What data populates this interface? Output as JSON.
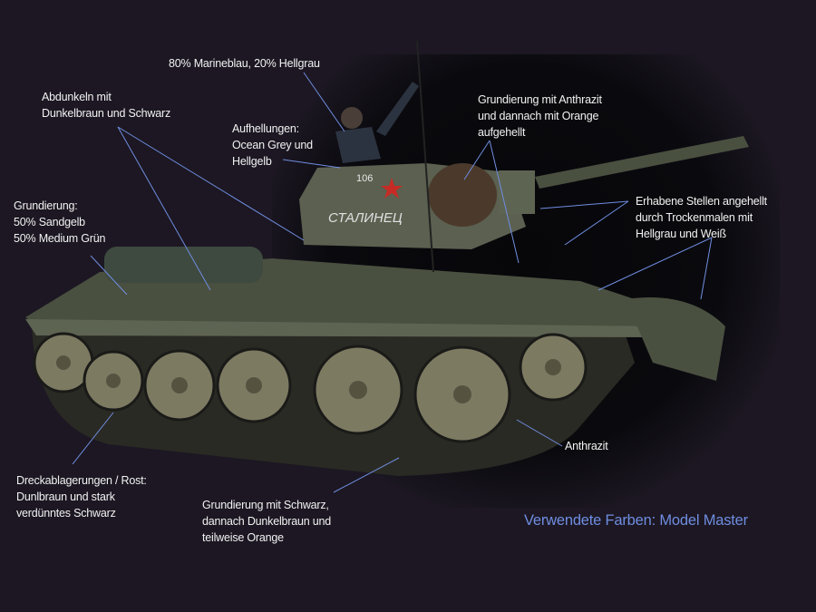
{
  "image": {
    "subject": "T-34/76 tank scale model with commander figure",
    "turret_markings": {
      "number": "106",
      "name": "СТАЛИНЕЦ",
      "emblem": "red-star"
    },
    "background_color": "#1c1722",
    "label_color": "#f2f2f2",
    "line_color": "#6f8de0"
  },
  "annotations": [
    {
      "id": "figure",
      "text": "80% Marineblau, 20% Hellgrau"
    },
    {
      "id": "darken",
      "text": "Abdunkeln mit\nDunkelbraun und Schwarz"
    },
    {
      "id": "highlights",
      "text": "Aufhellungen:\nOcean Grey und\nHellgelb"
    },
    {
      "id": "mantlet",
      "text": "Grundierung mit Anthrazit\nund dannach mit Orange\naufgehellt"
    },
    {
      "id": "base",
      "text": "Grundierung:\n50% Sandgelb\n50% Medium Grün"
    },
    {
      "id": "drybrush",
      "text": "Erhabene Stellen angehellt\ndurch Trockenmalen mit\nHellgrau und Weiß"
    },
    {
      "id": "rust",
      "text": "Dreckablagerungen / Rost:\nDunlbraun und stark\nverdünntes Schwarz"
    },
    {
      "id": "tracks",
      "text": "Grundierung mit Schwarz,\ndannach Dunkelbraun und\nteilweise Orange"
    },
    {
      "id": "wheels",
      "text": "Anthrazit"
    }
  ],
  "footer": {
    "text": "Verwendete Farben: Model Master"
  }
}
